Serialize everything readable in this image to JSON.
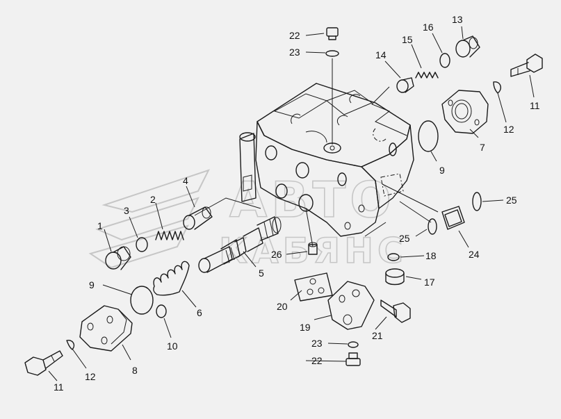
{
  "watermark": {
    "line1": "АВТО",
    "line2": "КАБЯНС"
  },
  "callouts": {
    "c1": "1",
    "c2": "2",
    "c3": "3",
    "c4": "4",
    "c5": "5",
    "c6": "6",
    "c7": "7",
    "c8": "8",
    "c9a": "9",
    "c9b": "9",
    "c10": "10",
    "c11a": "11",
    "c11b": "11",
    "c12a": "12",
    "c12b": "12",
    "c13": "13",
    "c14": "14",
    "c15": "15",
    "c16": "16",
    "c17": "17",
    "c18": "18",
    "c19": "19",
    "c20": "20",
    "c21": "21",
    "c22a": "22",
    "c22b": "22",
    "c23a": "23",
    "c23b": "23",
    "c24": "24",
    "c25a": "25",
    "c25b": "25",
    "c26": "26"
  }
}
